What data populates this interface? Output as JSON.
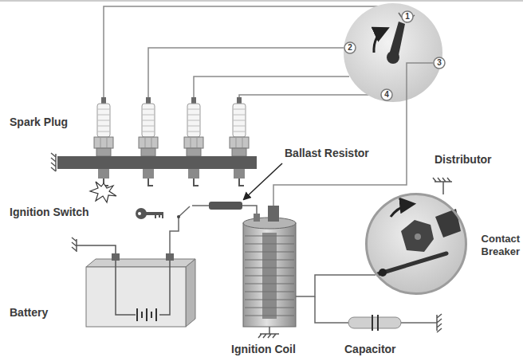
{
  "diagram": {
    "nodes": [
      {
        "text": [
          "Distributor"
        ]
      },
      {
        "text": [
          "1"
        ],
        "in": 0
      },
      {
        "text": [
          "2"
        ],
        "in": 0
      },
      {
        "text": [
          "3"
        ],
        "in": 0
      },
      {
        "text": [
          "4"
        ],
        "in": 0
      },
      {
        "text": [
          "Contact Breaker"
        ]
      }
    ],
    "labels": [
      "Spark Plug",
      "Ballast Resistor",
      "Ignition Switch",
      "Battery",
      "Ignition Coil",
      "Capacitor"
    ]
  }
}
